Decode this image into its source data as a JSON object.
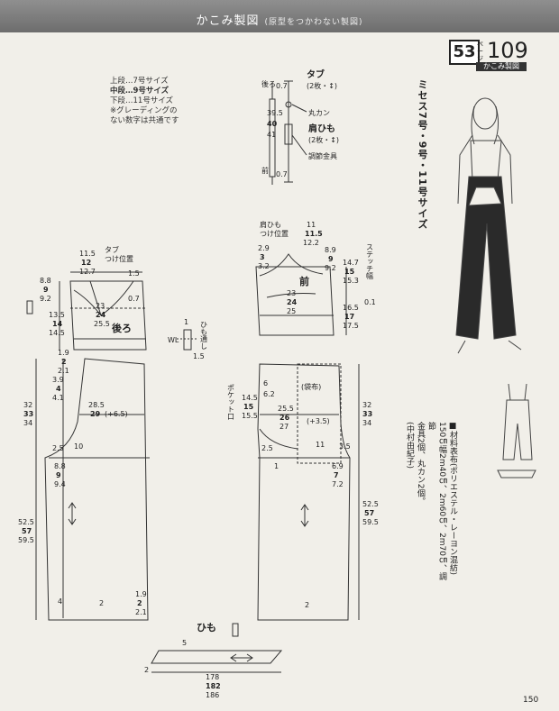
{
  "header": {
    "title": "かこみ製図",
    "subtitle": "(原型をつかわない製図)"
  },
  "badge": {
    "issue": "53",
    "pages_label": "ページ",
    "page": "109",
    "kind": "かこみ製図"
  },
  "size_note": {
    "line1": "上段…7号サイズ",
    "line2": "中段…9号サイズ",
    "line3": "下段…11号サイズ",
    "line4": "※グレーディングの",
    "line5": "ない数字は共通です"
  },
  "size_heading": "ミセス7号・9号・11号サイズ",
  "materials": {
    "heading": "■材料",
    "line1": "表布(ポリエステル・レーヨン混紡)",
    "line2": "150㎝幅2m40㎝、2m60㎝、2m70㎝、調節",
    "line3": "金具2個、丸カン2個。",
    "credit": "(中村由紀子)"
  },
  "page_number": "150",
  "strap_diagram": {
    "tab": "タブ",
    "tab_count": "(2枚・↕)",
    "ring": "丸カン",
    "shoulder_strap": "肩ひも",
    "strap_count": "(2枚・↕)",
    "adjuster": "調節金具",
    "back": "後ろ",
    "front": "前",
    "v1": "0.7",
    "v2": "39.5",
    "v3": "40",
    "v4": "41",
    "v5": "0.7"
  },
  "back_bodice": {
    "tab_position": "タブ",
    "tab_position2": "つけ位置",
    "w1": "11.5",
    "w2": "12",
    "w3": "12.7",
    "l1": "8.8",
    "l2": "9",
    "l3": "9.2",
    "r1": "1.5",
    "h1": "13.5",
    "h2": "14",
    "h3": "14.5",
    "b1": "23",
    "b2": "24",
    "b3": "25.5",
    "label": "後ろ",
    "r2": "0.7"
  },
  "front_bodice": {
    "strap_position": "肩ひも",
    "strap_position2": "つけ位置",
    "w1": "11",
    "w2": "11.5",
    "w3": "12.2",
    "l1": "2.9",
    "l2": "3",
    "l3": "3.2",
    "r1": "8.9",
    "r2": "9",
    "r3": "9.2",
    "s1": "14.7",
    "s2": "15",
    "s3": "15.3",
    "stitch": "ステッチ幅",
    "stitch_val": "0.1",
    "b1": "23",
    "b2": "24",
    "b3": "25",
    "h1": "16.5",
    "h2": "17",
    "h3": "17.5",
    "label": "前"
  },
  "loop": {
    "wl": "WL",
    "label": "ひも通し",
    "v1": "1",
    "v2": "1.5"
  },
  "back_pants": {
    "a1": "1.9",
    "a2": "2",
    "a3": "2.1",
    "b1": "3.9",
    "b2": "4",
    "b3": "4.1",
    "len1": "32",
    "len2": "33",
    "len3": "34",
    "h1": "28.5",
    "h2": "29",
    "h3": "(+6.5)",
    "c": "2.5",
    "d": "10",
    "e1": "8.8",
    "e2": "9",
    "e3": "9.4",
    "L1": "52.5",
    "L2": "57",
    "L3": "59.5",
    "f": "4",
    "g": "2",
    "hem1": "1.9",
    "hem2": "2",
    "hem3": "2.1"
  },
  "front_pants": {
    "a1": "6",
    "a2": "6.2",
    "pocket": "ポケット口",
    "p1": "14.5",
    "p2": "15",
    "p3": "15.5",
    "facing": "(袋布)",
    "h1": "25.5",
    "h2": "26",
    "h3": "27",
    "h4": "(+3.5)",
    "c": "2.5",
    "d": "11",
    "e1": "6.9",
    "e2": "7",
    "e3": "7.2",
    "f": "3.5",
    "k": "1",
    "len1": "32",
    "len2": "33",
    "len3": "34",
    "L1": "52.5",
    "L2": "57",
    "L3": "59.5",
    "hem": "2"
  },
  "tie": {
    "label": "ひも",
    "w": "5",
    "h": "2",
    "l1": "178",
    "l2": "182",
    "l3": "186"
  }
}
